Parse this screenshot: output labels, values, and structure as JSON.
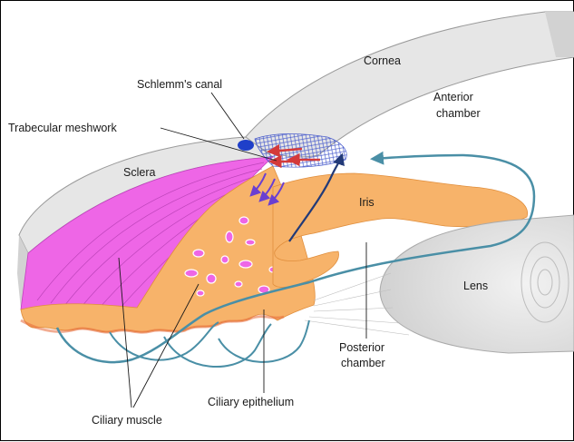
{
  "diagram": {
    "labels": {
      "cornea": "Cornea",
      "anterior_chamber_line1": "Anterior",
      "anterior_chamber_line2": "chamber",
      "schlemms_canal": "Schlemm's canal",
      "trabecular_meshwork": "Trabecular meshwork",
      "sclera": "Sclera",
      "iris": "Iris",
      "lens": "Lens",
      "posterior_chamber_line1": "Posterior",
      "posterior_chamber_line2": "chamber",
      "ciliary_epithelium": "Ciliary epithelium",
      "ciliary_muscle": "Ciliary muscle"
    },
    "colors": {
      "cornea_sclera": "#e6e6e6",
      "cornea_edge": "#9a9a9a",
      "ciliary_muscle": "#ee66e6",
      "ciliary_epithelium": "#f7b36a",
      "iris": "#f7b36a",
      "lens": "#dcdcdc",
      "flow_teal": "#4a8fa6",
      "flow_navy": "#223a78",
      "outflow_red": "#d43a3a",
      "secretion_purple": "#6a3fd1",
      "schlemm_blue": "#1f3fc9"
    }
  }
}
